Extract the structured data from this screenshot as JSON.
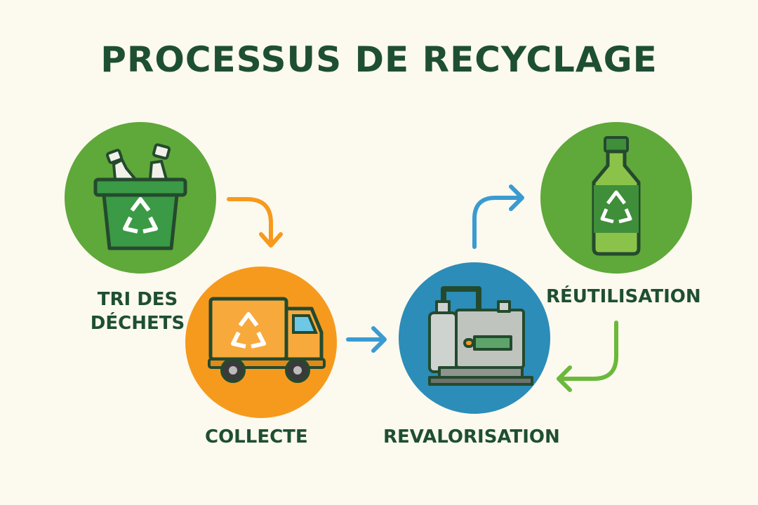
{
  "title": "PROCESSUS DE RECYCLAGE",
  "steps": [
    {
      "label_line1": "TRI DES",
      "label_line2": "DÉCHETS",
      "icon": "recycling-bin-icon",
      "color": "#5fa83a"
    },
    {
      "label": "COLLECTE",
      "icon": "garbage-truck-icon",
      "color": "#f69a1d"
    },
    {
      "label": "REVALORISATION",
      "icon": "recycling-machine-icon",
      "color": "#2b8db8"
    },
    {
      "label": "RÉUTILISATION",
      "icon": "recycled-bottle-icon",
      "color": "#5fa83a"
    }
  ],
  "colors": {
    "title": "#1e4f33",
    "background": "#fcf9ef",
    "arrow_orange": "#f69a1d",
    "arrow_blue": "#3a9bd1",
    "arrow_green": "#6ab93b"
  }
}
